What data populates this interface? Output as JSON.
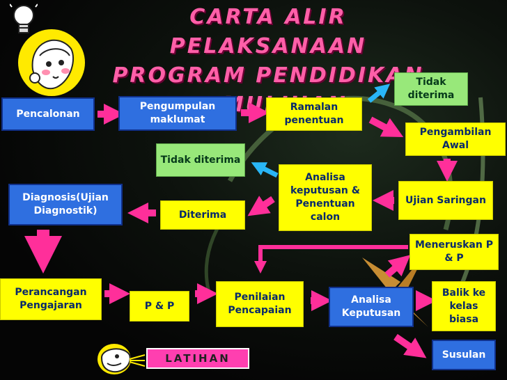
{
  "title": [
    "CARTA ALIR PELAKSANAAN",
    "PROGRAM PENDIDIKAN",
    "PEMULIHAN"
  ],
  "boxes": {
    "pencalonan": "Pencalonan",
    "pengumpulan": "Pengumpulan maklumat",
    "ramalan": "Ramalan penentuan",
    "tidak_diterima_1": "Tidak diterima",
    "pengambilan_awal": "Pengambilan Awal",
    "tidak_diterima_2": "Tidak diterima",
    "analisa_keputusan_penentuan": "Analisa keputusan & Penentuan calon",
    "ujian_saringan": "Ujian Saringan",
    "diagnosis": "Diagnosis(Ujian Diagnostik)",
    "diterima": "Diterima",
    "meneruskan": "Meneruskan P & P",
    "perancangan": "Perancangan Pengajaran",
    "pp": "P & P",
    "penilaian": "Penilaian Pencapaian",
    "analisa_keputusan": "Analisa Keputusan",
    "balik": "Balik ke kelas biasa",
    "susulan": "Susulan",
    "latihan": "LATIHAN"
  },
  "colors": {
    "blue": "#2f6fe0",
    "yellow": "#ffff00",
    "green": "#98e87a",
    "pink": "#ff3fb0",
    "cyan_arrow": "#29b6f6",
    "title": "#ff5fa8"
  },
  "icons": [
    "lightbulb-icon",
    "thinking-face-icon",
    "cartoon-head-icon"
  ]
}
